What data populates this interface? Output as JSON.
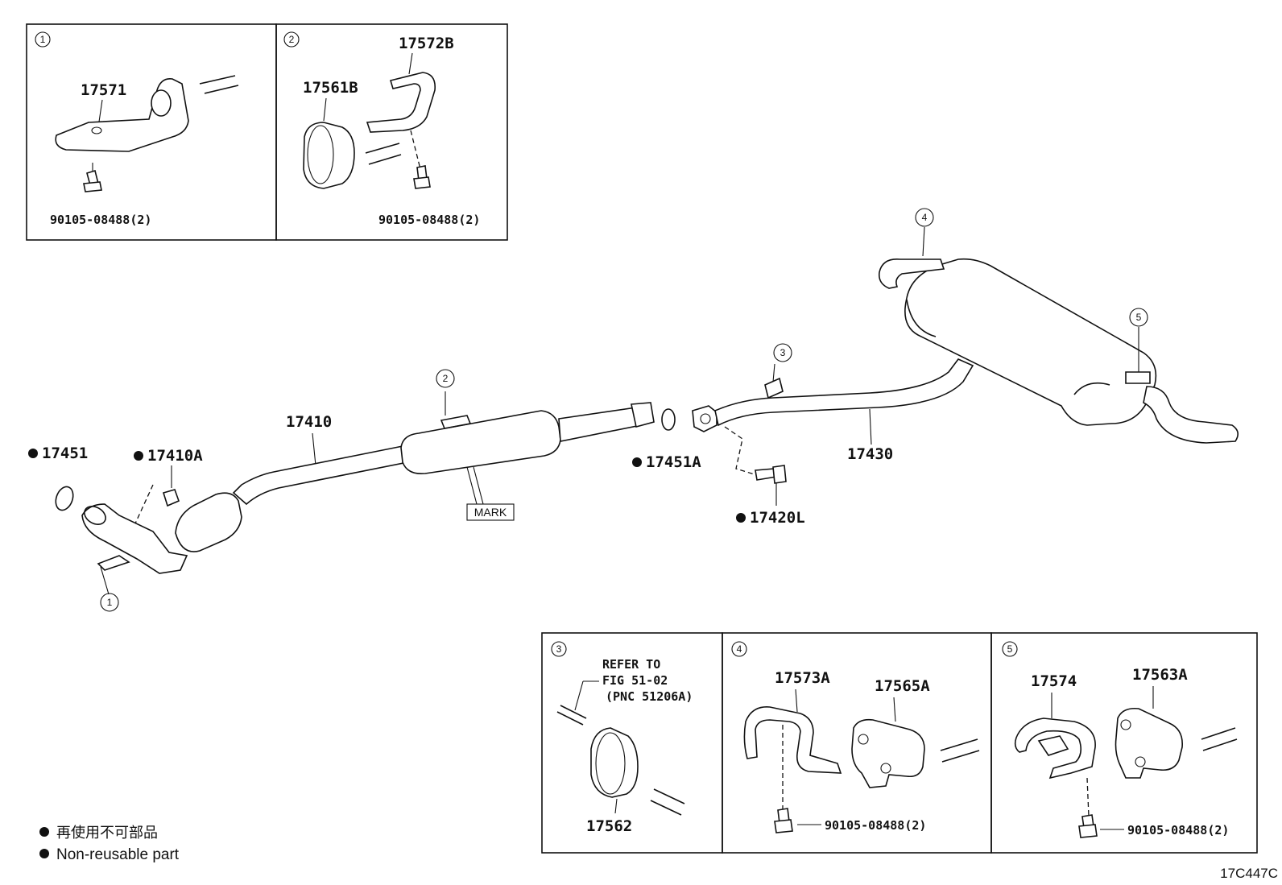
{
  "callouts": {
    "c1": "1",
    "c2": "2",
    "c3": "3",
    "c4": "4",
    "c5": "5"
  },
  "inset1": {
    "label_bracket": "17571",
    "label_bolt": "90105-08488(2)"
  },
  "inset2": {
    "label_hanger": "17572B",
    "label_insulator": "17561B",
    "label_bolt": "90105-08488(2)"
  },
  "main": {
    "gasket_front": "17451",
    "nut": "17410A",
    "front_pipe": "17410",
    "mark_label": "MARK",
    "gasket_center": "17451A",
    "bolt": "17420L",
    "tail_pipe": "17430"
  },
  "inset3": {
    "refer_line1": "REFER TO",
    "refer_line2": "FIG 51-02",
    "refer_line3": "(PNC 51206A)",
    "label_insulator": "17562"
  },
  "inset4": {
    "label_hanger": "17573A",
    "label_support": "17565A",
    "label_bolt": "90105-08488(2)"
  },
  "inset5": {
    "label_hanger": "17574",
    "label_support": "17563A",
    "label_bolt": "90105-08488(2)"
  },
  "legend": {
    "japanese": "再使用不可部品",
    "english": "Non-reusable part"
  },
  "figure_id": "17C447C"
}
